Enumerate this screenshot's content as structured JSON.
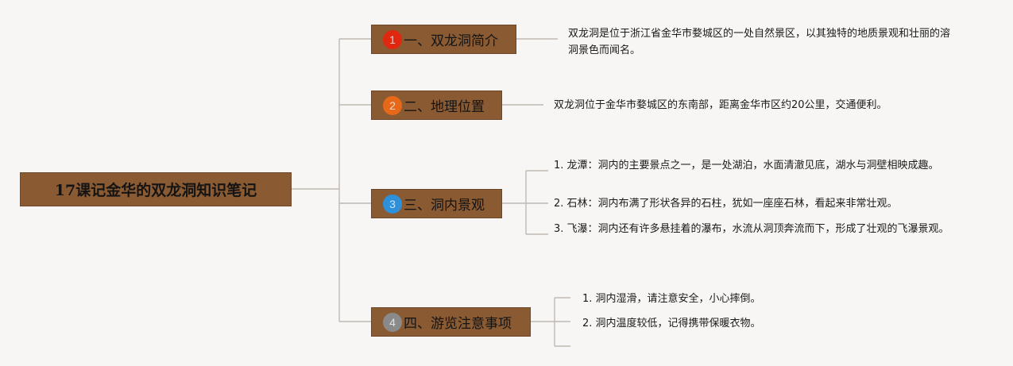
{
  "root": {
    "title": "17课记金华的双龙洞知识笔记"
  },
  "branches": [
    {
      "number": "1",
      "label": "一、双龙洞简介",
      "badge_color": "#e02810",
      "leaves": [
        "双龙洞是位于浙江省金华市婺城区的一处自然景区，以其独特的地质景观和壮丽的溶洞景色而闻名。"
      ]
    },
    {
      "number": "2",
      "label": "二、地理位置",
      "badge_color": "#e8681a",
      "leaves": [
        "双龙洞位于金华市婺城区的东南部，距离金华市区约20公里，交通便利。"
      ]
    },
    {
      "number": "3",
      "label": "三、洞内景观",
      "badge_color": "#2e90d8",
      "leaves": [
        "1. 龙潭：洞内的主要景点之一，是一处湖泊，水面清澈见底，湖水与洞壁相映成趣。",
        "2. 石林：洞内布满了形状各异的石柱，犹如一座座石林，看起来非常壮观。",
        "3. 飞瀑：洞内还有许多悬挂着的瀑布，水流从洞顶奔流而下，形成了壮观的飞瀑景观。"
      ]
    },
    {
      "number": "4",
      "label": "四、游览注意事项",
      "badge_color": "#8a8a8a",
      "leaves": [
        "1. 洞内湿滑，请注意安全，小心摔倒。",
        "2. 洞内温度较低，记得携带保暖衣物。"
      ]
    }
  ]
}
